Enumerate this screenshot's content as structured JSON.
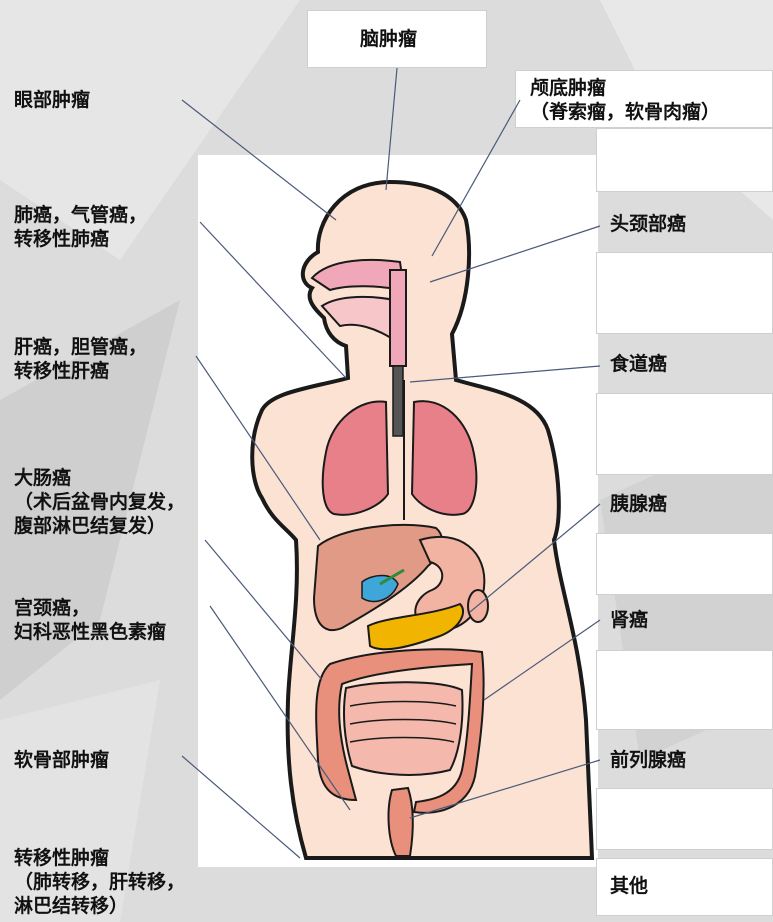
{
  "labels": {
    "brain": "脑肿瘤",
    "skull_base": "颅底肿瘤\n（脊索瘤，软骨肉瘤）",
    "eye": "眼部肿瘤",
    "lung": "肺癌，气管癌，\n转移性肺癌",
    "liver": "肝癌，胆管癌，\n转移性肝癌",
    "colorectal": "大肠癌\n（术后盆骨内复发，\n腹部淋巴结复发）",
    "cervical": "宫颈癌，\n妇科恶性黑色素瘤",
    "soft_tissue": "软骨部肿瘤",
    "metastatic": "转移性肿瘤\n（肺转移，肝转移，\n淋巴结转移）",
    "head_neck": "头颈部癌",
    "esophagus": "食道癌",
    "pancreas": "胰腺癌",
    "kidney": "肾癌",
    "prostate": "前列腺癌",
    "other": "其他"
  },
  "colors": {
    "skin": "#fbe2d2",
    "outline": "#1a1a1a",
    "lung": "#e8808a",
    "liver": "#e09a86",
    "stomach": "#f2b3a2",
    "intestine": "#f4b8ad",
    "colon": "#e8907c",
    "pancreas": "#f1b400",
    "gall": "#3ea6d8",
    "leader": "#4a5a7a"
  }
}
